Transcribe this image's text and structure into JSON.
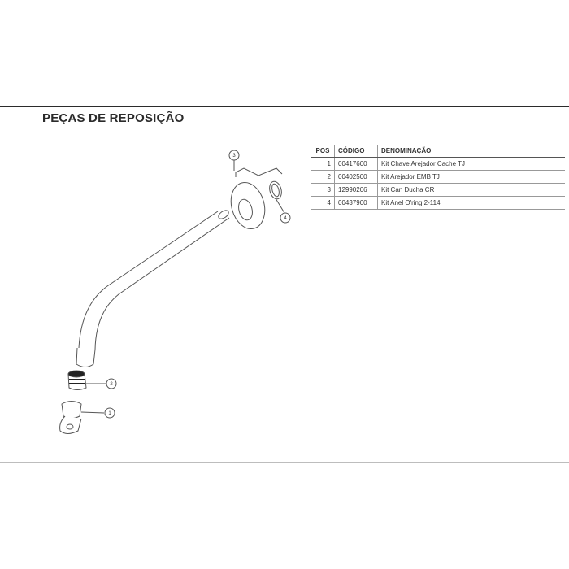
{
  "title": "PEÇAS DE REPOSIÇÃO",
  "table": {
    "headers": {
      "pos": "POS",
      "code": "CÓDIGO",
      "name": "DENOMINAÇÃO"
    },
    "rows": [
      {
        "pos": "1",
        "code": "00417600",
        "name": "Kit Chave Arejador Cache TJ"
      },
      {
        "pos": "2",
        "code": "00402500",
        "name": "Kit Arejador EMB TJ"
      },
      {
        "pos": "3",
        "code": "12990206",
        "name": "Kit Can Ducha CR"
      },
      {
        "pos": "4",
        "code": "00437900",
        "name": "Kit Anel O'ring 2-114"
      }
    ]
  },
  "callouts": [
    "1",
    "2",
    "3",
    "4"
  ]
}
